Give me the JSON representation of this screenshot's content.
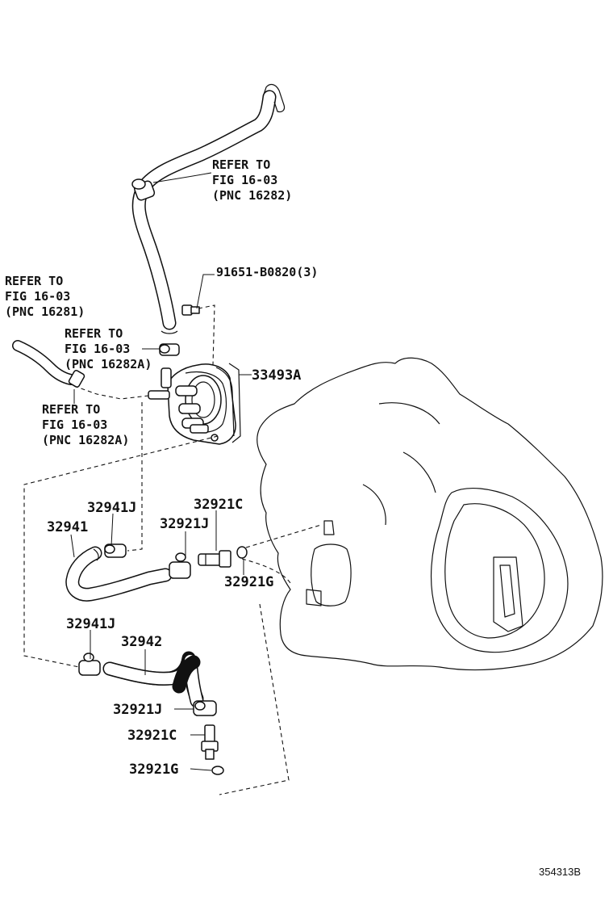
{
  "diagram": {
    "labels": {
      "refer_top": [
        "REFER TO",
        "FIG 16-03",
        "(PNC 16282)"
      ],
      "refer_left": [
        "REFER TO",
        "FIG 16-03",
        "(PNC 16281)"
      ],
      "refer_mid": [
        "REFER TO",
        "FIG 16-03",
        "(PNC 16282A)"
      ],
      "refer_low": [
        "REFER TO",
        "FIG 16-03",
        "(PNC 16282A)"
      ],
      "bolt": "91651-B0820(3)",
      "cooler": "33493A",
      "clamp_upper": "32941J",
      "hose_upper": "32941",
      "clamp_mid": "32921J",
      "union_upper": "32921C",
      "gasket_upper": "32921G",
      "clamp_lower": "32941J",
      "hose_lower": "32942",
      "clamp_bottom": "32921J",
      "union_lower": "32921C",
      "gasket_lower": "32921G"
    },
    "illustration_id": "354313B"
  }
}
